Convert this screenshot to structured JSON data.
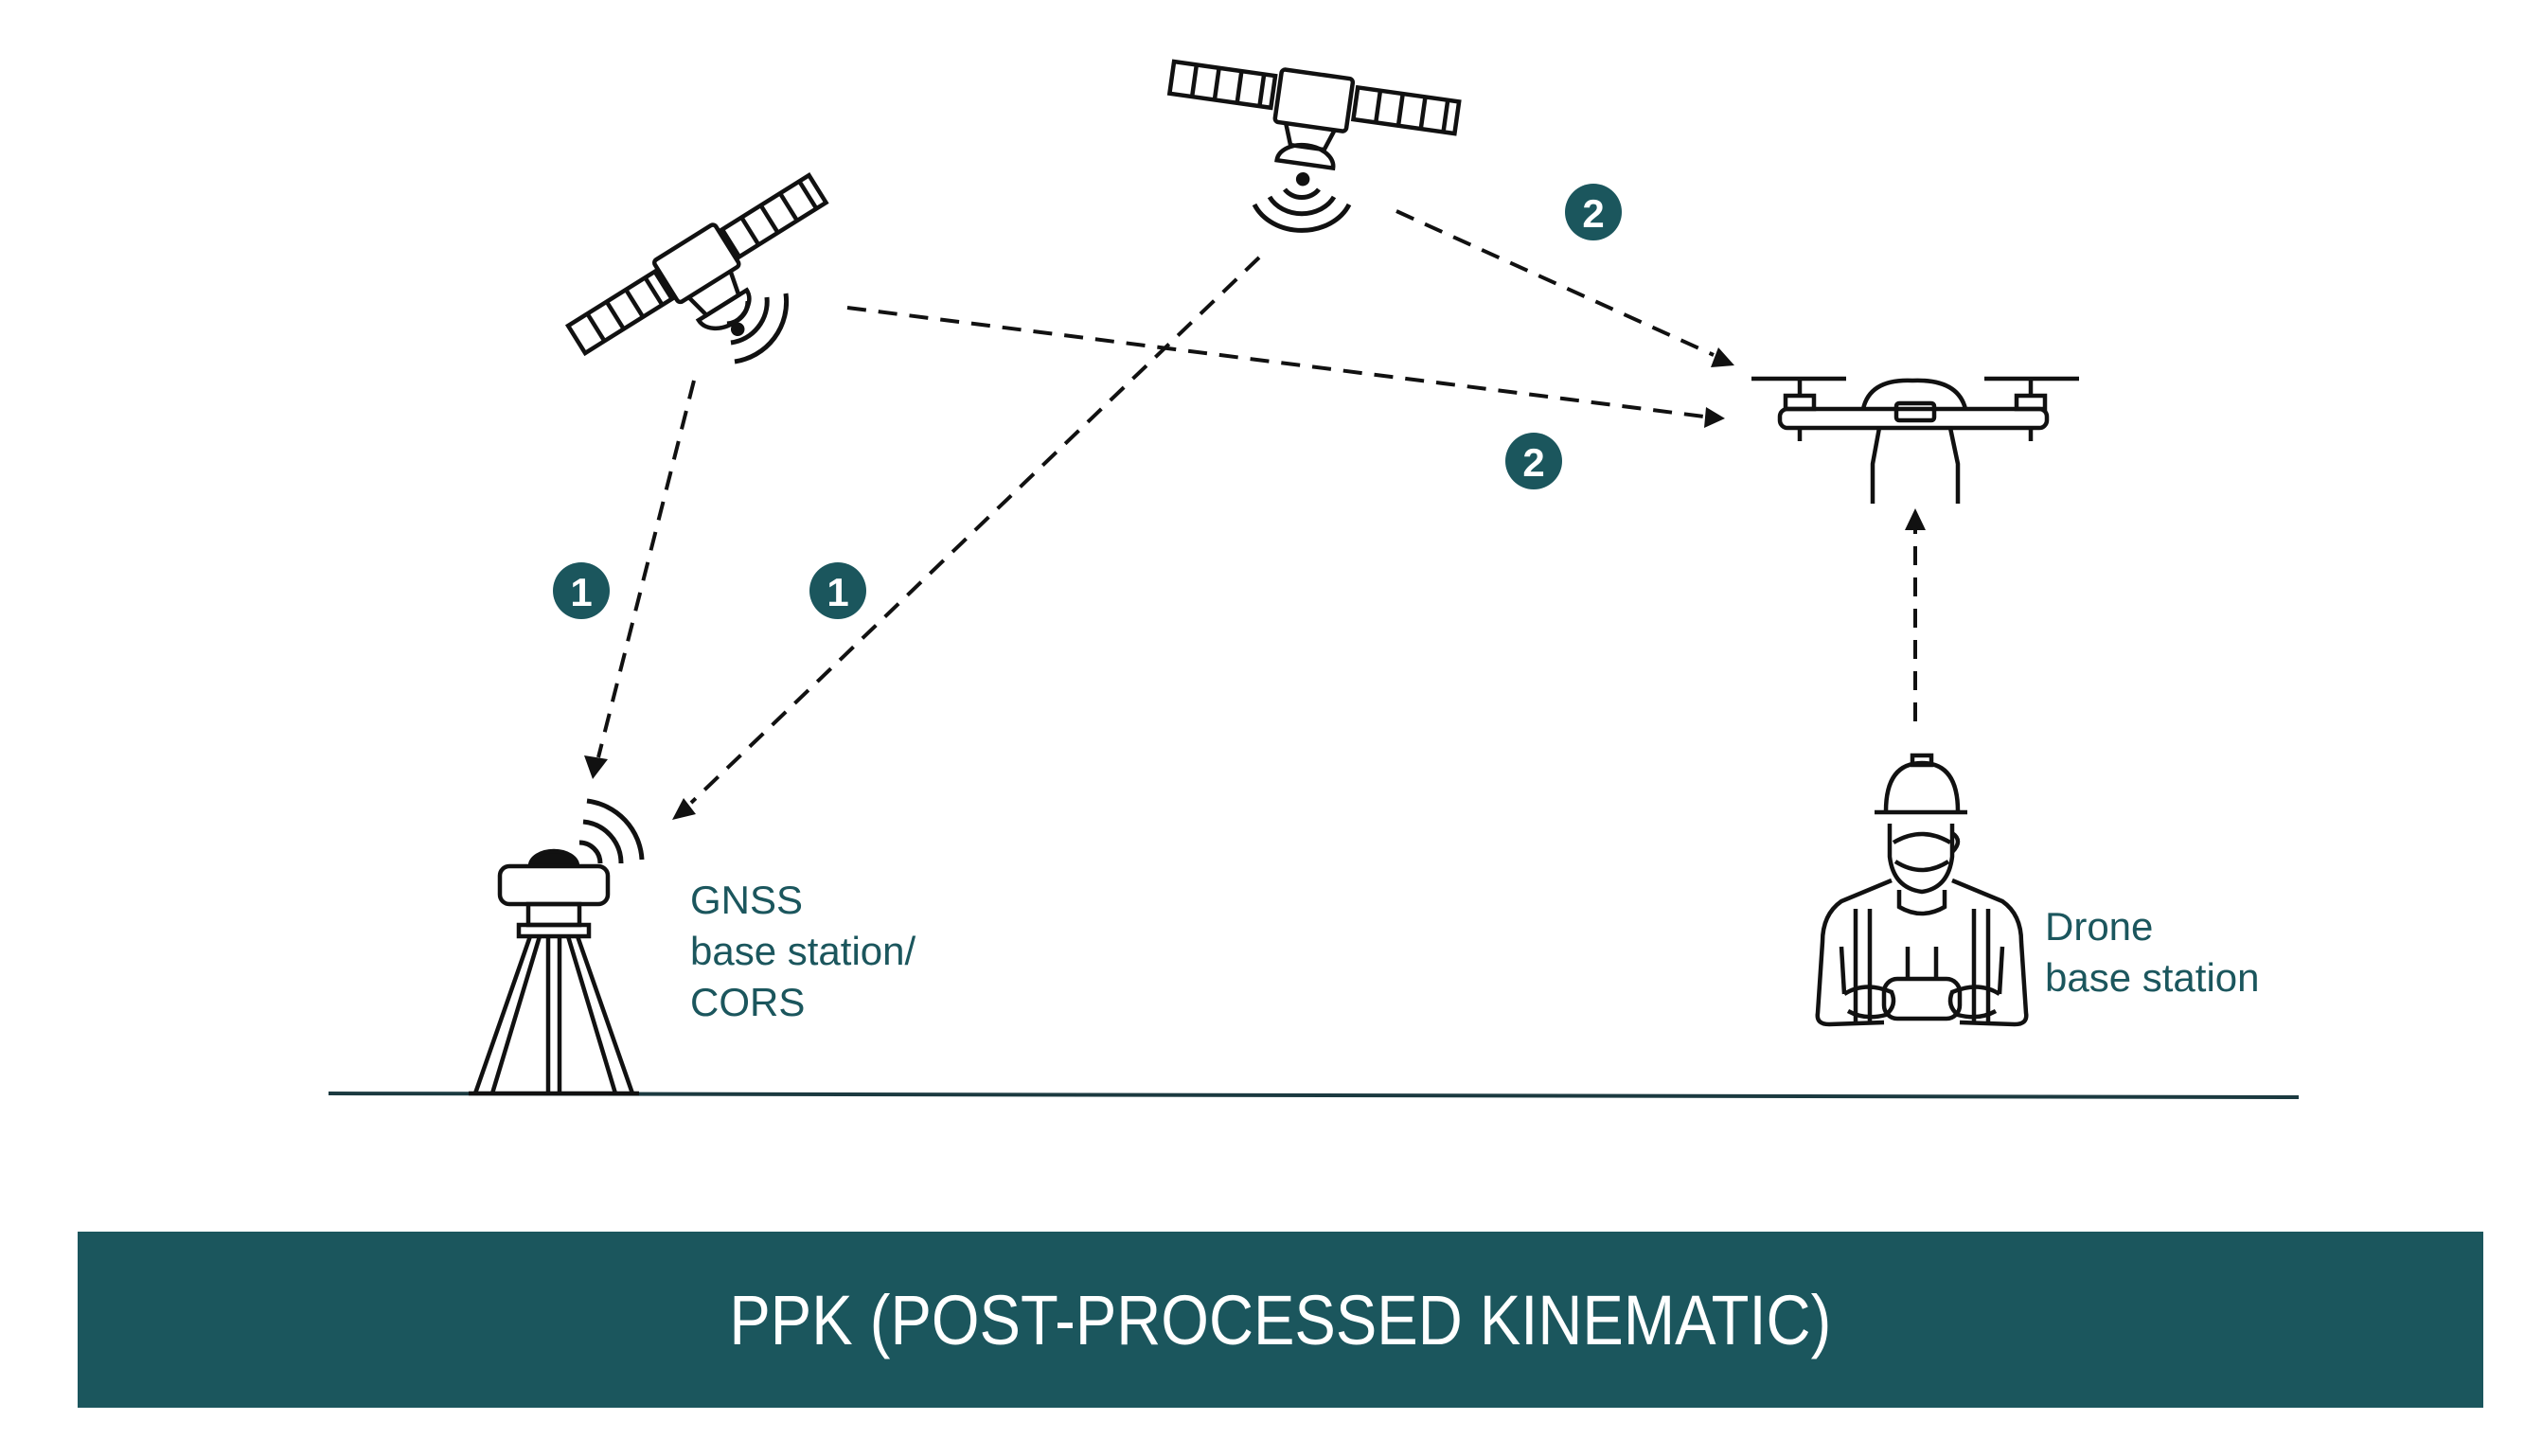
{
  "colors": {
    "accent": "#1b565d",
    "ink": "#111111",
    "background": "#ffffff"
  },
  "icons": [
    "satellite-icon",
    "gnss-base-station-icon",
    "drone-icon",
    "drone-pilot-icon",
    "signal-waves-icon"
  ],
  "steps": {
    "step_1": "1",
    "step_2": "2"
  },
  "labels": {
    "gnss": [
      "GNSS",
      "base station/",
      "CORS"
    ],
    "drone_base": [
      "Drone",
      "base station"
    ]
  },
  "title": "PPK (POST-PROCESSED KINEMATIC)"
}
